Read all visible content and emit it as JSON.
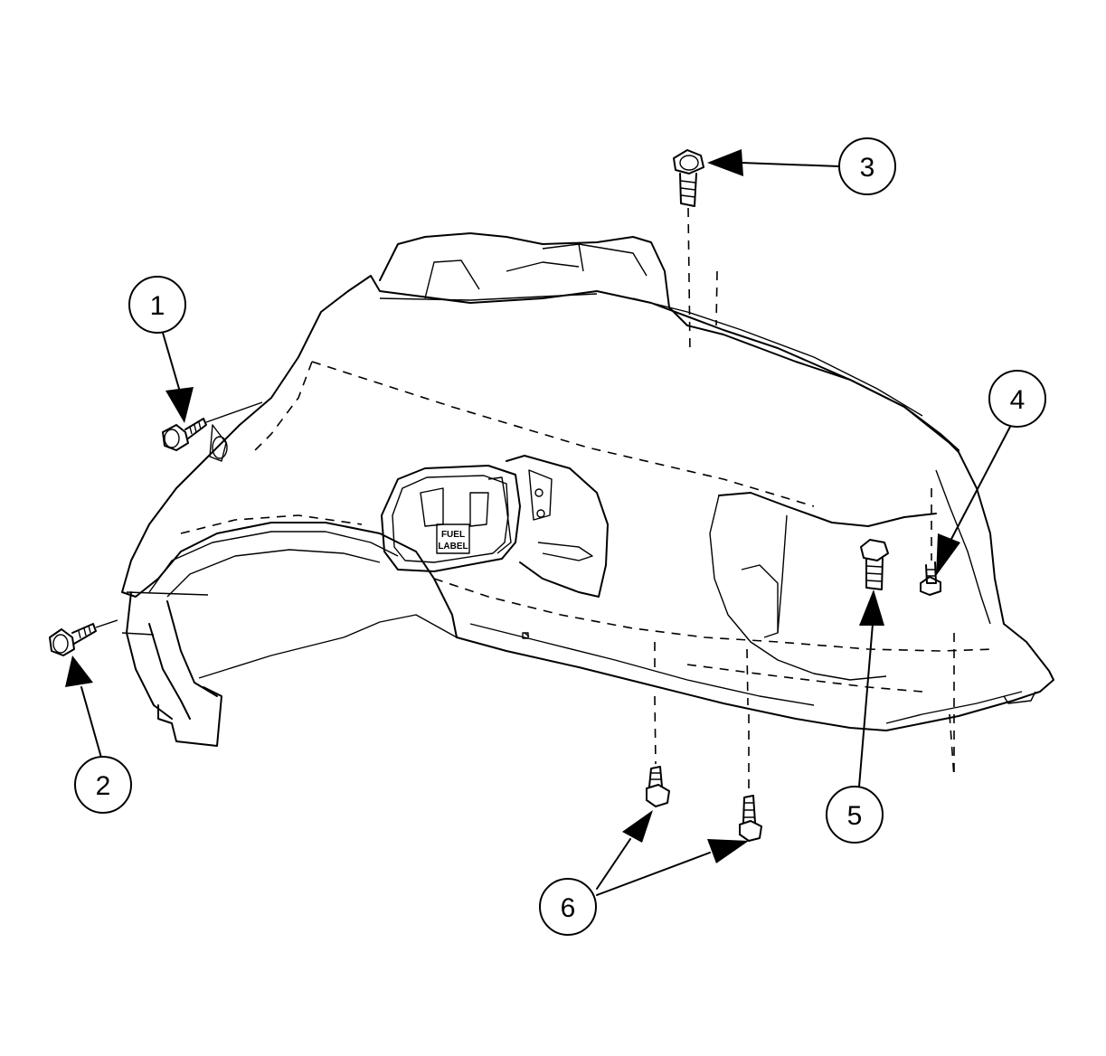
{
  "diagram": {
    "callouts": [
      {
        "id": "1",
        "label": "1"
      },
      {
        "id": "2",
        "label": "2"
      },
      {
        "id": "3",
        "label": "3"
      },
      {
        "id": "4",
        "label": "4"
      },
      {
        "id": "5",
        "label": "5"
      },
      {
        "id": "6",
        "label": "6"
      }
    ],
    "fuel_label": [
      "FUEL",
      "LABEL"
    ],
    "colors": {
      "line": "#000000",
      "background": "#ffffff"
    }
  }
}
